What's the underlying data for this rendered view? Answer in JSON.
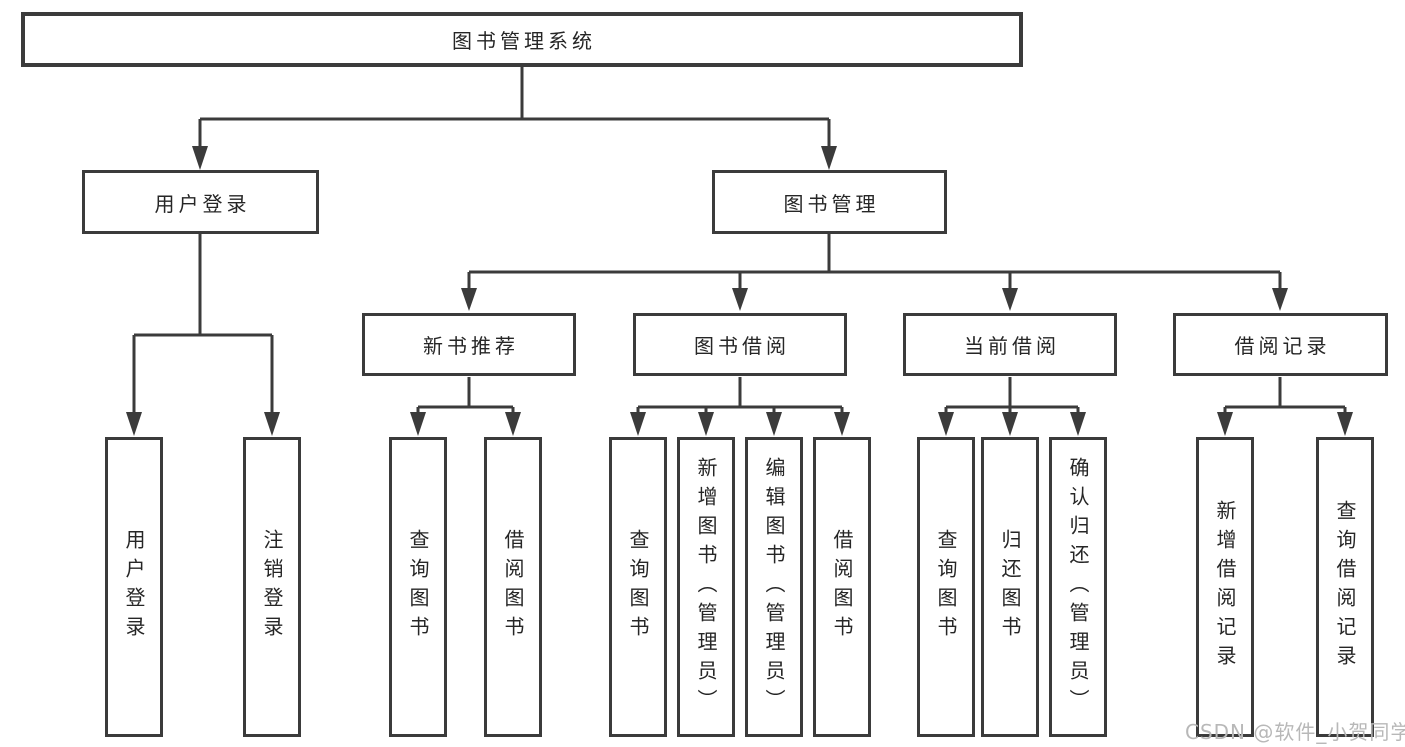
{
  "diagram": {
    "root": {
      "label": "图书管理系统"
    },
    "branches": [
      {
        "label": "用户登录"
      },
      {
        "label": "图书管理"
      }
    ],
    "modules": [
      {
        "label": "新书推荐"
      },
      {
        "label": "图书借阅"
      },
      {
        "label": "当前借阅"
      },
      {
        "label": "借阅记录"
      }
    ],
    "leaves": [
      {
        "label": "用户登录"
      },
      {
        "label": "注销登录"
      },
      {
        "label": "查询图书"
      },
      {
        "label": "借阅图书"
      },
      {
        "label": "查询图书"
      },
      {
        "label": "新增图书（管理员）"
      },
      {
        "label": "编辑图书（管理员）"
      },
      {
        "label": "借阅图书"
      },
      {
        "label": "查询图书"
      },
      {
        "label": "归还图书"
      },
      {
        "label": "确认归还（管理员）"
      },
      {
        "label": "新增借阅记录"
      },
      {
        "label": "查询借阅记录"
      }
    ]
  },
  "watermark": {
    "text": "CSDN @软件_小贺同学"
  },
  "colors": {
    "line": "#3b3b3b",
    "text": "#262626",
    "watermark": "#b8b8b8",
    "background": "#ffffff"
  }
}
